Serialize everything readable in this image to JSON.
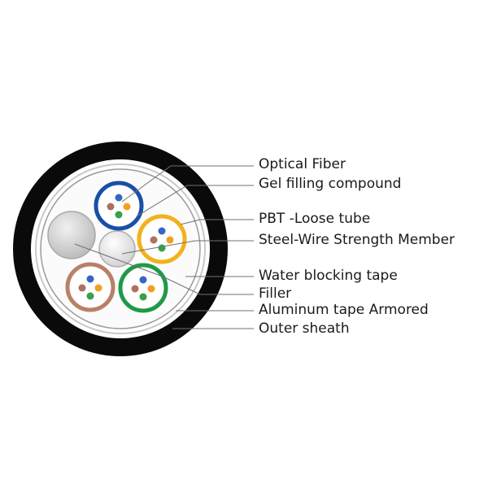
{
  "labels": {
    "optical_fiber": "Optical Fiber",
    "gel_filling": "Gel filling compound",
    "pbt_loose_tube": "PBT -Loose tube",
    "steel_wire": "Steel-Wire Strength Member",
    "water_blocking": "Water blocking tape",
    "filler": "Filler",
    "aluminum_tape": "Aluminum tape Armored",
    "outer_sheath": "Outer sheath"
  },
  "colors": {
    "outer_sheath": "#0a0a0a",
    "tube_blue": "#1a4fa8",
    "tube_orange": "#f2b21b",
    "tube_green": "#1f9a48",
    "tube_brown": "#b98068",
    "fiber_blue": "#3466c4",
    "fiber_orange": "#f0a020",
    "fiber_green": "#38a048",
    "fiber_brown": "#b07060",
    "leader_line": "#707070"
  }
}
